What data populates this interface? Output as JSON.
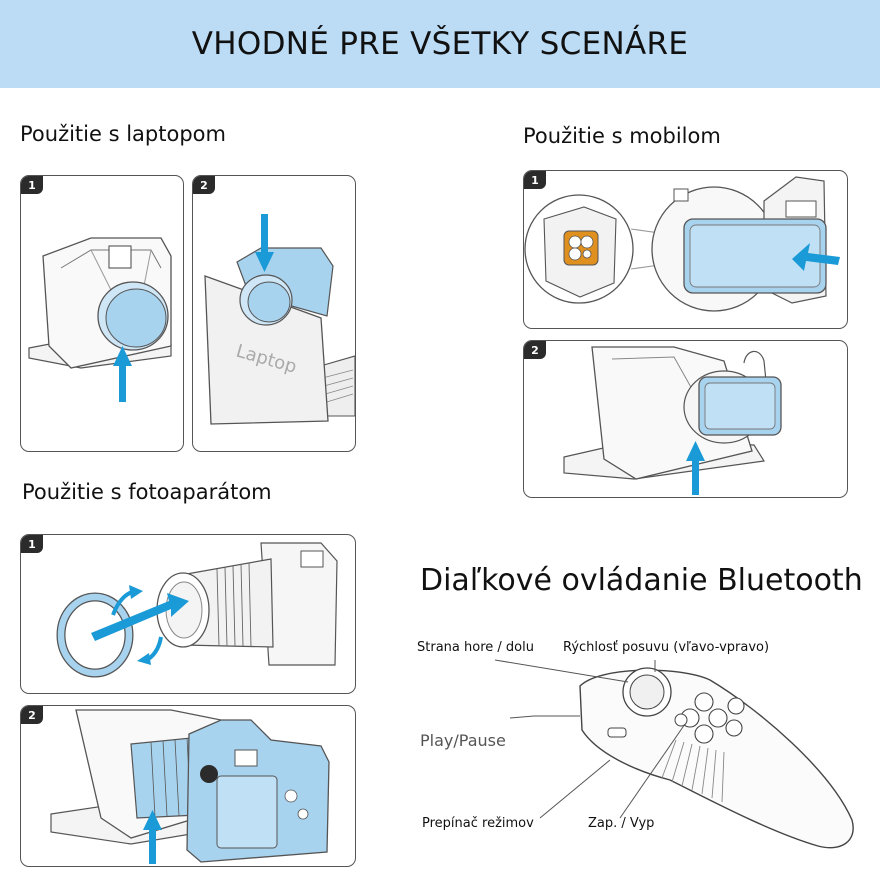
{
  "banner": {
    "title": "VHODNÉ PRE VŠETKY SCENÁRE",
    "color": "#bcdcf5"
  },
  "sections": {
    "laptop": {
      "title": "Použitie s laptopom",
      "steps": [
        "1",
        "2"
      ],
      "laptop_label": "Laptop"
    },
    "mobile": {
      "title": "Použitie s mobilom",
      "steps": [
        "1",
        "2"
      ]
    },
    "camera": {
      "title": "Použitie s fotoaparátom",
      "steps": [
        "1",
        "2"
      ]
    }
  },
  "remote": {
    "title": "Diaľkové ovládanie Bluetooth",
    "callouts": {
      "up_down": "Strana hore / dolu",
      "scroll_speed": "Rýchlosť posuvu (vľavo-vpravo)",
      "play_pause": "Play/Pause",
      "mode_switch": "Prepínač režimov",
      "power": "Zap. / Vyp"
    }
  },
  "colors": {
    "accent_blue": "#1a9ad6",
    "light_blue": "#a8d3ef",
    "outline": "#555555",
    "orange": "#e0901e"
  },
  "icons": [
    "arrow-up-icon",
    "arrow-down-icon",
    "arrow-left-icon",
    "rotate-arrows-icon"
  ]
}
